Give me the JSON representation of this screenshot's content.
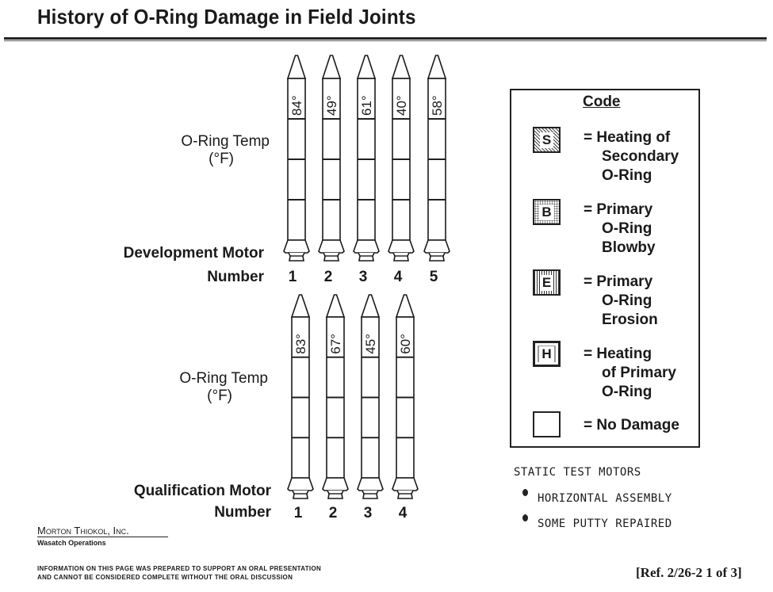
{
  "title": "History of O-Ring Damage in Field Joints",
  "development": {
    "temp_label_line1": "O-Ring Temp",
    "temp_label_line2": "(°F)",
    "motor_label": "Development Motor",
    "number_label": "Number",
    "motors": [
      {
        "number": "1",
        "temp": "84°",
        "joints": [
          "none",
          "none",
          "none"
        ]
      },
      {
        "number": "2",
        "temp": "49°",
        "joints": [
          "none",
          "none",
          "none"
        ]
      },
      {
        "number": "3",
        "temp": "61°",
        "joints": [
          "none",
          "none",
          "none"
        ]
      },
      {
        "number": "4",
        "temp": "40°",
        "joints": [
          "none",
          "none",
          "none"
        ]
      },
      {
        "number": "5",
        "temp": "58°",
        "joints": [
          "none",
          "none",
          "none"
        ]
      }
    ]
  },
  "qualification": {
    "temp_label_line1": "O-Ring Temp",
    "temp_label_line2": "(°F)",
    "motor_label": "Qualification Motor",
    "number_label": "Number",
    "motors": [
      {
        "number": "1",
        "temp": "83°",
        "joints": [
          "none",
          "none",
          "none"
        ]
      },
      {
        "number": "2",
        "temp": "67°",
        "joints": [
          "none",
          "none",
          "none"
        ]
      },
      {
        "number": "3",
        "temp": "45°",
        "joints": [
          "none",
          "none",
          "none"
        ]
      },
      {
        "number": "4",
        "temp": "60°",
        "joints": [
          "none",
          "none",
          "none"
        ]
      }
    ]
  },
  "legend": {
    "heading": "Code",
    "items": [
      {
        "code": "S",
        "pattern": "diagonal-hatch",
        "lines": [
          "= Heating of",
          "Secondary",
          "O-Ring"
        ]
      },
      {
        "code": "B",
        "pattern": "dotted",
        "lines": [
          "= Primary",
          "O-Ring",
          "Blowby"
        ]
      },
      {
        "code": "E",
        "pattern": "vertical-hatch",
        "lines": [
          "= Primary",
          "O-Ring",
          "Erosion"
        ]
      },
      {
        "code": "H",
        "pattern": "dotted-border",
        "lines": [
          "= Heating",
          "of Primary",
          "O-Ring"
        ]
      },
      {
        "code": "",
        "pattern": "blank",
        "lines": [
          "= No Damage"
        ]
      }
    ]
  },
  "notes": {
    "heading": "STATIC TEST MOTORS",
    "bullets": [
      "HORIZONTAL ASSEMBLY",
      "SOME PUTTY REPAIRED"
    ]
  },
  "footer": {
    "company": "Morton Thiokol, Inc.",
    "division": "Wasatch Operations",
    "disclaimer_line1": "INFORMATION ON THIS PAGE WAS PREPARED TO SUPPORT AN ORAL PRESENTATION",
    "disclaimer_line2": "AND CANNOT BE CONSIDERED COMPLETE WITHOUT THE ORAL DISCUSSION",
    "reference": "[Ref. 2/26-2 1 of 3]"
  }
}
